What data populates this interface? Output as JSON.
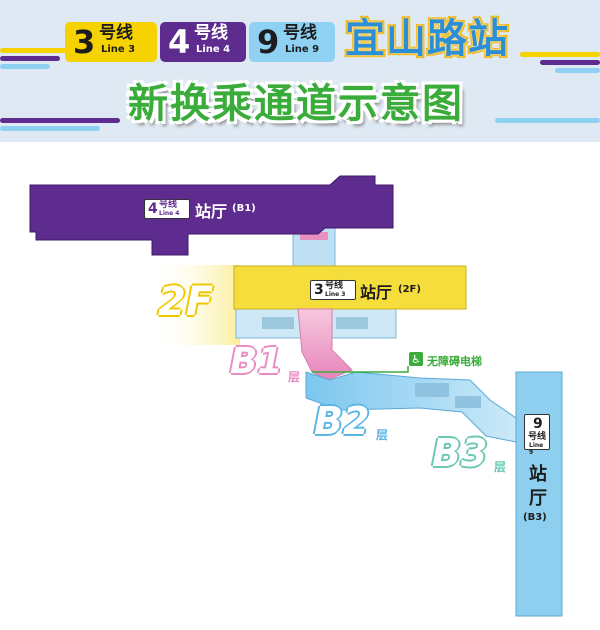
{
  "header": {
    "lines": [
      {
        "num": "3",
        "cn": "号线",
        "en": "Line 3",
        "color": "#f5d200"
      },
      {
        "num": "4",
        "cn": "号线",
        "en": "Line 4",
        "color": "#5e2b8e"
      },
      {
        "num": "9",
        "cn": "号线",
        "en": "Line 9",
        "color": "#8ed1f3"
      }
    ],
    "station": "宜山路站",
    "subtitle": "新换乘通道示意图"
  },
  "diagram": {
    "line4_hall": {
      "num": "4",
      "cn": "号线",
      "en": "Line 4",
      "label": "站厅",
      "level": "(B1)",
      "color": "#5e2b8e"
    },
    "line3_hall": {
      "num": "3",
      "cn": "号线",
      "en": "Line 3",
      "label": "站厅",
      "level": "(2F)",
      "color": "#f5dd3c"
    },
    "line9_hall": {
      "num": "9",
      "cn": "号线",
      "en": "Line 9",
      "label_1": "站",
      "label_2": "厅",
      "level": "(B3)",
      "color": "#8ecff0"
    },
    "floor_2f": "2F",
    "floor_b1": "B1",
    "floor_b2": "B2",
    "floor_b3": "B3",
    "floor_suffix": "层",
    "accessible": "无障碍电梯",
    "colors": {
      "accessible": "#3aac3a",
      "b1": "#e98cc3",
      "b2": "#5bb6e6",
      "b3": "#6cc7b4",
      "f2": "#f5dd3c"
    }
  }
}
